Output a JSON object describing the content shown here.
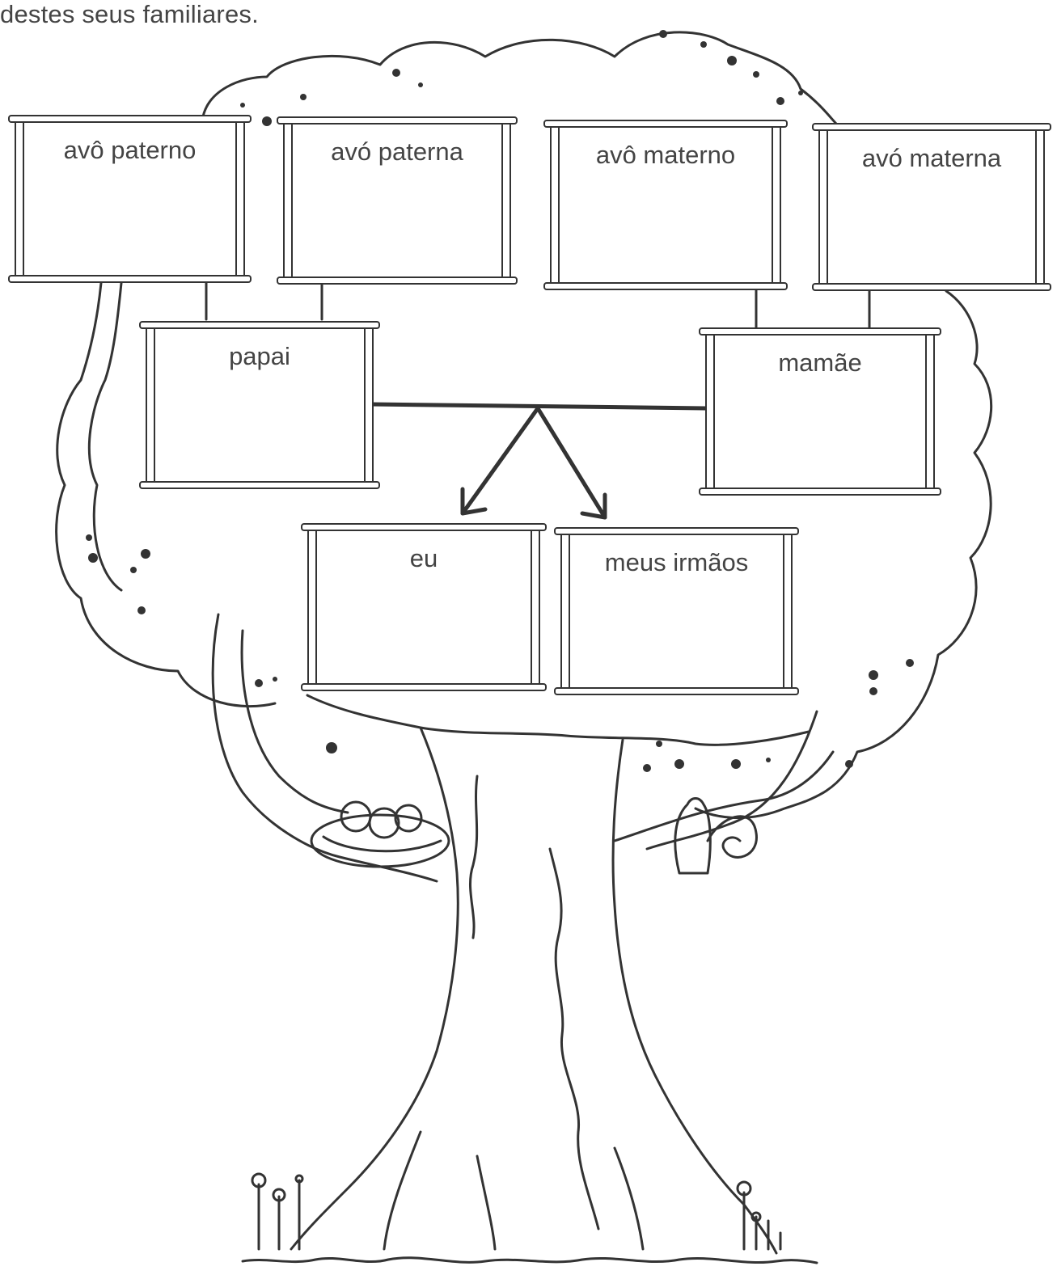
{
  "intro_text": "destes seus familiares.",
  "tree": {
    "paternal_grandfather": "avô paterno",
    "paternal_grandmother": "avó paterna",
    "maternal_grandfather": "avô materno",
    "maternal_grandmother": "avó materna",
    "father": "papai",
    "mother": "mamãe",
    "me": "eu",
    "siblings": "meus irmãos"
  }
}
